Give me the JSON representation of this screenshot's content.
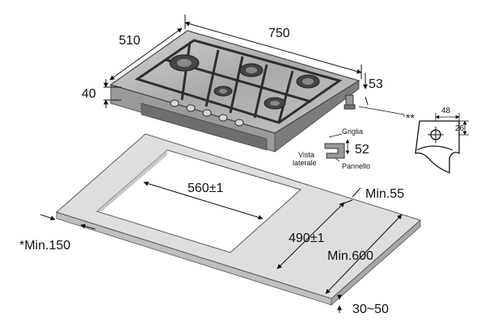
{
  "hob": {
    "width_label": "750",
    "depth_label": "510",
    "height_label": "40",
    "knob_offset_label": "53"
  },
  "cutout": {
    "width_label": "560±1",
    "depth_label": "490±1",
    "min_depth_label": "Min.600",
    "min_front_label": "Min.55",
    "min_side_label": "*Min.150",
    "thickness_label": "30~50"
  },
  "side_view": {
    "title": "Vista laterale",
    "grid_label": "Griglia",
    "panel_label": "Pannello",
    "height_label": "52"
  },
  "connection_detail": {
    "marker": "**",
    "width_label": "48",
    "height_label": "26"
  },
  "colors": {
    "steel": "#b9b9b9",
    "steel_dark": "#8a8a8a",
    "grate": "#3a3a3a",
    "worktop": "#dedede",
    "line": "#111111"
  }
}
